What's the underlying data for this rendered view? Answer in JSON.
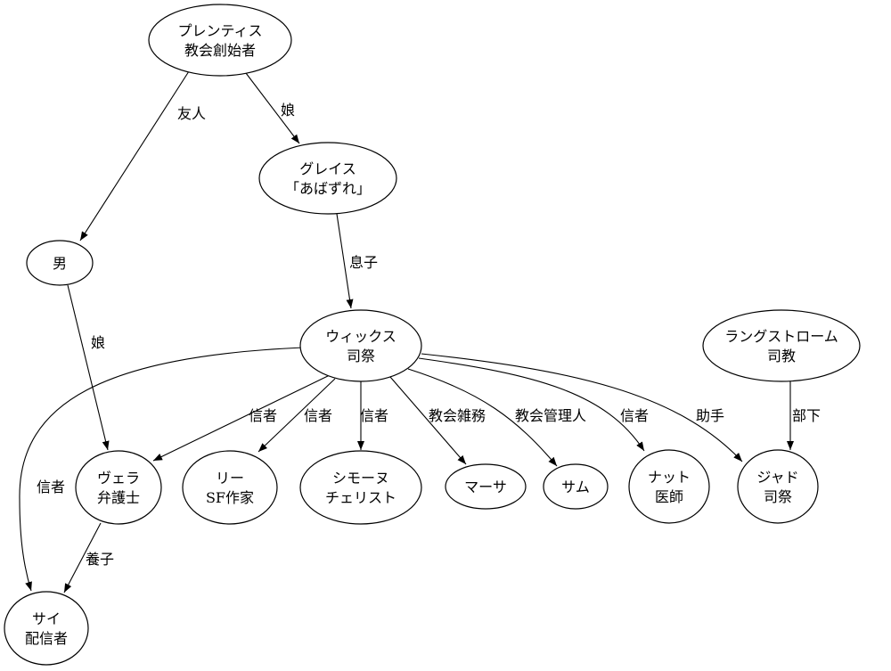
{
  "nodes": {
    "prentice": [
      "プレンティス",
      "教会創始者"
    ],
    "grace": [
      "グレイス",
      "「あばずれ」"
    ],
    "man": [
      "男"
    ],
    "wicks": [
      "ウィックス",
      "司祭"
    ],
    "langstrom": [
      "ラングストローム",
      "司教"
    ],
    "vera": [
      "ヴェラ",
      "弁護士"
    ],
    "lee": [
      "リー",
      "SF作家"
    ],
    "simone": [
      "シモーヌ",
      "チェリスト"
    ],
    "martha": [
      "マーサ"
    ],
    "sam": [
      "サム"
    ],
    "nat": [
      "ナット",
      "医師"
    ],
    "jud": [
      "ジャド",
      "司祭"
    ],
    "cy": [
      "サイ",
      "配信者"
    ]
  },
  "edges": [
    {
      "from": "prentice",
      "to": "man",
      "label": "友人"
    },
    {
      "from": "prentice",
      "to": "grace",
      "label": "娘"
    },
    {
      "from": "grace",
      "to": "wicks",
      "label": "息子"
    },
    {
      "from": "man",
      "to": "vera",
      "label": "娘"
    },
    {
      "from": "wicks",
      "to": "cy",
      "label": "信者"
    },
    {
      "from": "wicks",
      "to": "vera",
      "label": "信者"
    },
    {
      "from": "wicks",
      "to": "lee",
      "label": "信者"
    },
    {
      "from": "wicks",
      "to": "simone",
      "label": "信者"
    },
    {
      "from": "wicks",
      "to": "martha",
      "label": "教会雑務"
    },
    {
      "from": "wicks",
      "to": "sam",
      "label": "教会管理人"
    },
    {
      "from": "wicks",
      "to": "nat",
      "label": "信者"
    },
    {
      "from": "wicks",
      "to": "jud",
      "label": "助手"
    },
    {
      "from": "langstrom",
      "to": "jud",
      "label": "部下"
    },
    {
      "from": "vera",
      "to": "cy",
      "label": "養子"
    }
  ]
}
